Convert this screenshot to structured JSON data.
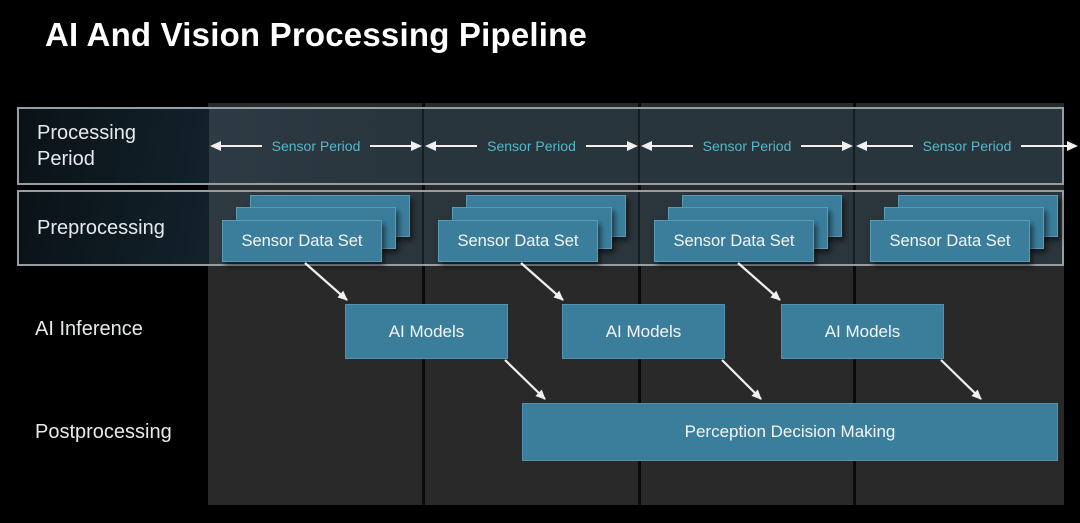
{
  "title": "AI And Vision Processing Pipeline",
  "rows": {
    "processing_period": {
      "label": "Processing Period",
      "periods": [
        {
          "label": "Sensor Period"
        },
        {
          "label": "Sensor Period"
        },
        {
          "label": "Sensor Period"
        },
        {
          "label": "Sensor Period"
        }
      ]
    },
    "preprocessing": {
      "label": "Preprocessing",
      "datasets": [
        {
          "label": "Sensor Data Set"
        },
        {
          "label": "Sensor Data Set"
        },
        {
          "label": "Sensor Data Set"
        },
        {
          "label": "Sensor Data Set"
        }
      ]
    },
    "ai_inference": {
      "label": "AI Inference",
      "models": [
        {
          "label": "AI Models"
        },
        {
          "label": "AI Models"
        },
        {
          "label": "AI Models"
        }
      ]
    },
    "postprocessing": {
      "label": "Postprocessing",
      "box": "Perception Decision Making"
    }
  },
  "colors": {
    "background": "#000000",
    "panel_bg": "#292929",
    "row_bg": "#2b363c",
    "label_cell_bg": "#0d161d",
    "row_border": "#979ea3",
    "accent_teal": "#3a7e9c",
    "sensor_period_text": "#55b7cb",
    "arrow": "#f0f0f0",
    "title_text": "#ffffff"
  }
}
